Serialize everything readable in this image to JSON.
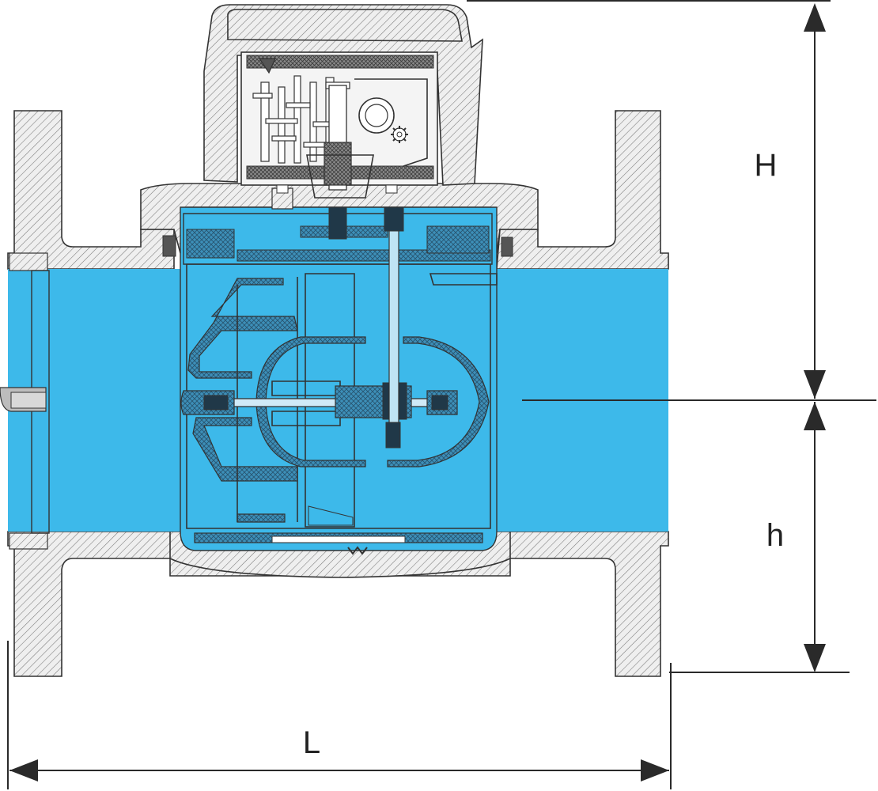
{
  "diagram": {
    "type": "water-meter-cross-section",
    "dimensions": {
      "height_label": "H",
      "axis_height_label": "h",
      "length_label": "L"
    },
    "colors": {
      "water": "#3db9ea",
      "housing_fill": "#efefef",
      "hatch_line": "#7a7a7a",
      "outline": "#333333",
      "dimension_line": "#2a2a2a",
      "crosshatch": "#4a6f86"
    },
    "icons": [
      "dimension-arrow",
      "gear-icon",
      "hatch-pattern"
    ]
  }
}
